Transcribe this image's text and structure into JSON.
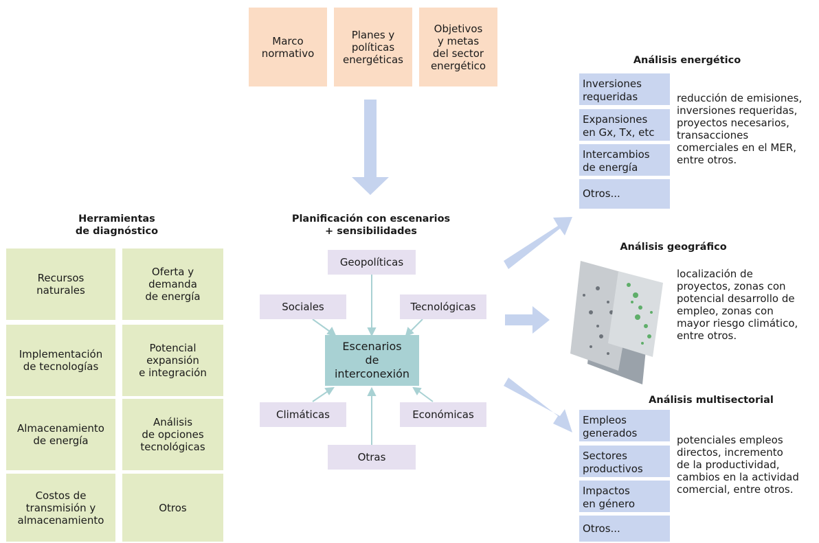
{
  "top_inputs": [
    "Marco\nnormativo",
    "Planes y\npolíticas\nenergéticas",
    "Objetivos\ny metas\ndel sector\nenergético"
  ],
  "diagnostics": {
    "title": "Herramientas\nde diagnóstico",
    "items": [
      "Recursos\nnaturales",
      "Oferta y\ndemanda\nde energía",
      "Implementación\nde tecnologías",
      "Potencial\nexpansión\ne integración",
      "Almacenamiento\nde energía",
      "Análisis\nde opciones\ntecnológicas",
      "Costos de\ntransmisión  y\nalmacenamiento",
      "Otros"
    ]
  },
  "planning": {
    "title": "Planificación con escenarios\n+ sensibilidades",
    "center": "Escenarios\nde\ninterconexión",
    "factors": {
      "geopoliticas": "Geopolíticas",
      "sociales": "Sociales",
      "tecnologicas": "Tecnológicas",
      "climaticas": "Climáticas",
      "economicas": "Económicas",
      "otras": "Otras"
    }
  },
  "energy_analysis": {
    "title": "Análisis energético",
    "items": [
      "Inversiones\nrequeridas",
      "Expansiones\nen Gx, Tx, etc",
      "Intercambios\nde energía",
      "Otros..."
    ],
    "description": "reducción de emisiones,\ninversiones requeridas,\nproyectos necesarios,\ntransacciones\ncomerciales en el MER,\nentre otros."
  },
  "geo_analysis": {
    "title": "Análisis geográfico",
    "description": "localización de\nproyectos, zonas con\npotencial desarrollo de\nempleo, zonas con\nmayor riesgo climático,\nentre otros."
  },
  "multi_analysis": {
    "title": "Análisis multisectorial",
    "items": [
      "Empleos\ngenerados",
      "Sectores\nproductivos",
      "Impactos\nen género",
      "Otros..."
    ],
    "description": "potenciales empleos\ndirectos, incremento\nde la productividad,\ncambios en la actividad\ncomercial, entre otros."
  },
  "colors": {
    "peach": "#fbdcc4",
    "green": "#e3ebc5",
    "lavender": "#e6e0f0",
    "teal": "#a8d1d3",
    "blue": "#c9d5ef",
    "arrow": "#c5d3ee"
  }
}
